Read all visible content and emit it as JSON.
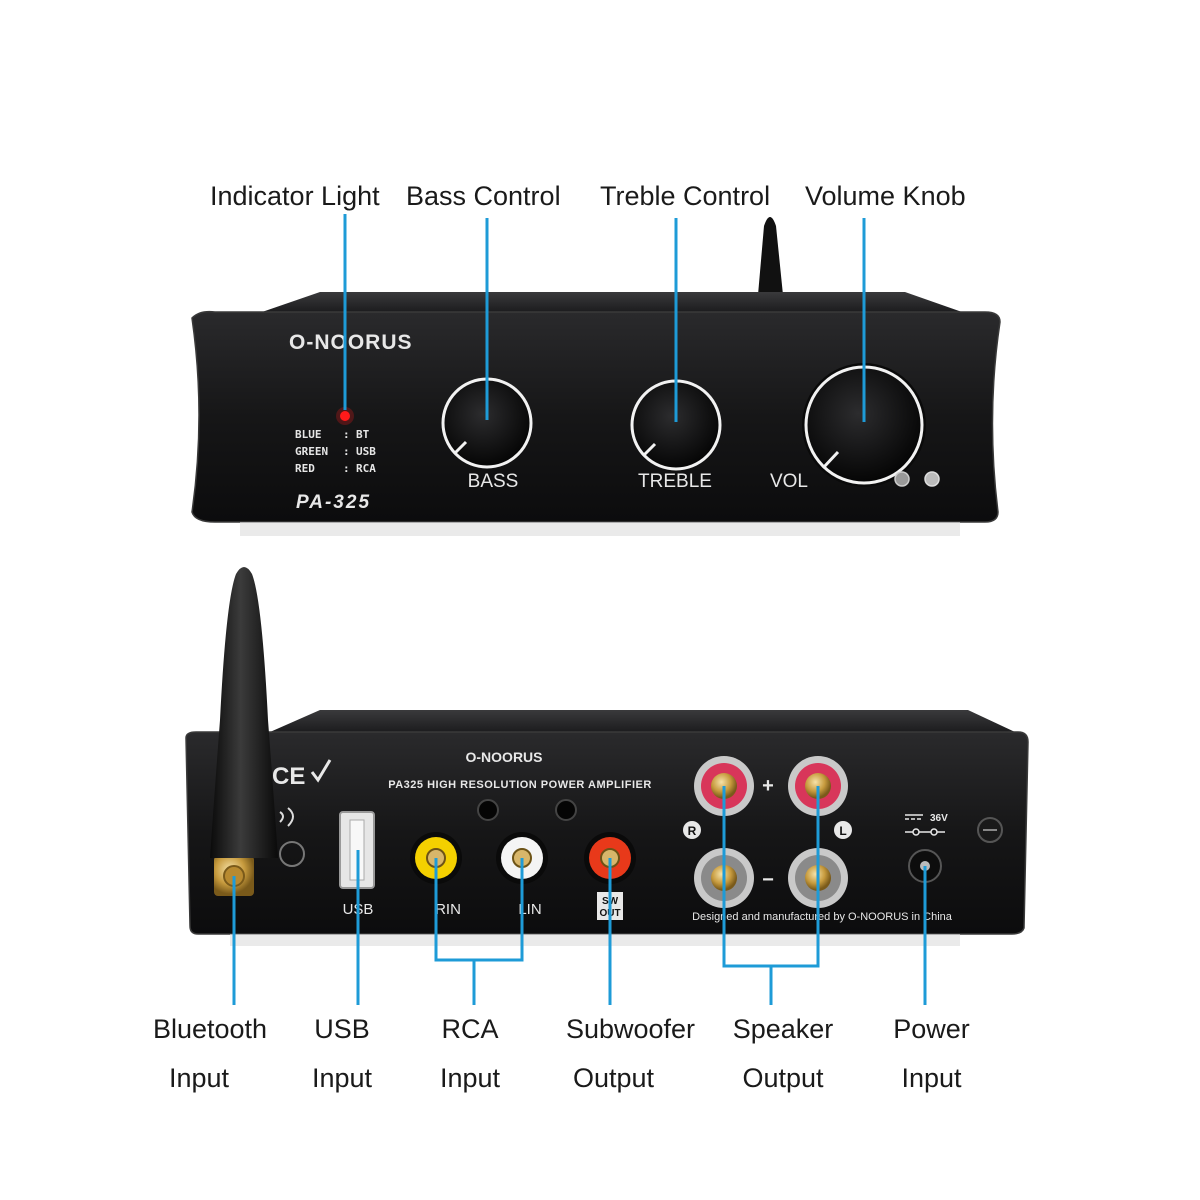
{
  "accent_line_color": "#1e9bd7",
  "front_callouts": [
    {
      "id": "indicator",
      "label": "Indicator Light"
    },
    {
      "id": "bass",
      "label": "Bass Control"
    },
    {
      "id": "treble",
      "label": "Treble Control"
    },
    {
      "id": "volume",
      "label": "Volume Knob"
    }
  ],
  "back_callouts": [
    {
      "id": "bluetooth",
      "line1": "Bluetooth",
      "line2": "Input"
    },
    {
      "id": "usb",
      "line1": "USB",
      "line2": "Input"
    },
    {
      "id": "rca",
      "line1": "RCA",
      "line2": "Input"
    },
    {
      "id": "subwoofer",
      "line1": "Subwoofer",
      "line2": "Output"
    },
    {
      "id": "speaker",
      "line1": "Speaker",
      "line2": "Output"
    },
    {
      "id": "power",
      "line1": "Power",
      "line2": "Input"
    }
  ],
  "front_panel": {
    "brand": "O-NOORUS",
    "model": "PA-325",
    "legend": [
      {
        "color": "BLUE",
        "sep": ":",
        "mode": "BT"
      },
      {
        "color": "GREEN",
        "sep": ":",
        "mode": "USB"
      },
      {
        "color": "RED",
        "sep": ":",
        "mode": "RCA"
      }
    ],
    "knob_labels": {
      "bass": "BASS",
      "treble": "TREBLE",
      "vol": "VOL"
    }
  },
  "back_panel": {
    "brand": "O-NOORUS",
    "subtitle": "PA325  HIGH RESOLUTION POWER AMPLIFIER",
    "ce_mark": "CE",
    "usb_label": "USB",
    "rin_label": "RIN",
    "lin_label": "LIN",
    "sw_label_top": "SW",
    "sw_label_bottom": "OUT",
    "plus": "+",
    "minus": "−",
    "r_badge": "R",
    "l_badge": "L",
    "power_rating": "36V",
    "footer": "Designed and manufactured by O-NOORUS in China"
  }
}
